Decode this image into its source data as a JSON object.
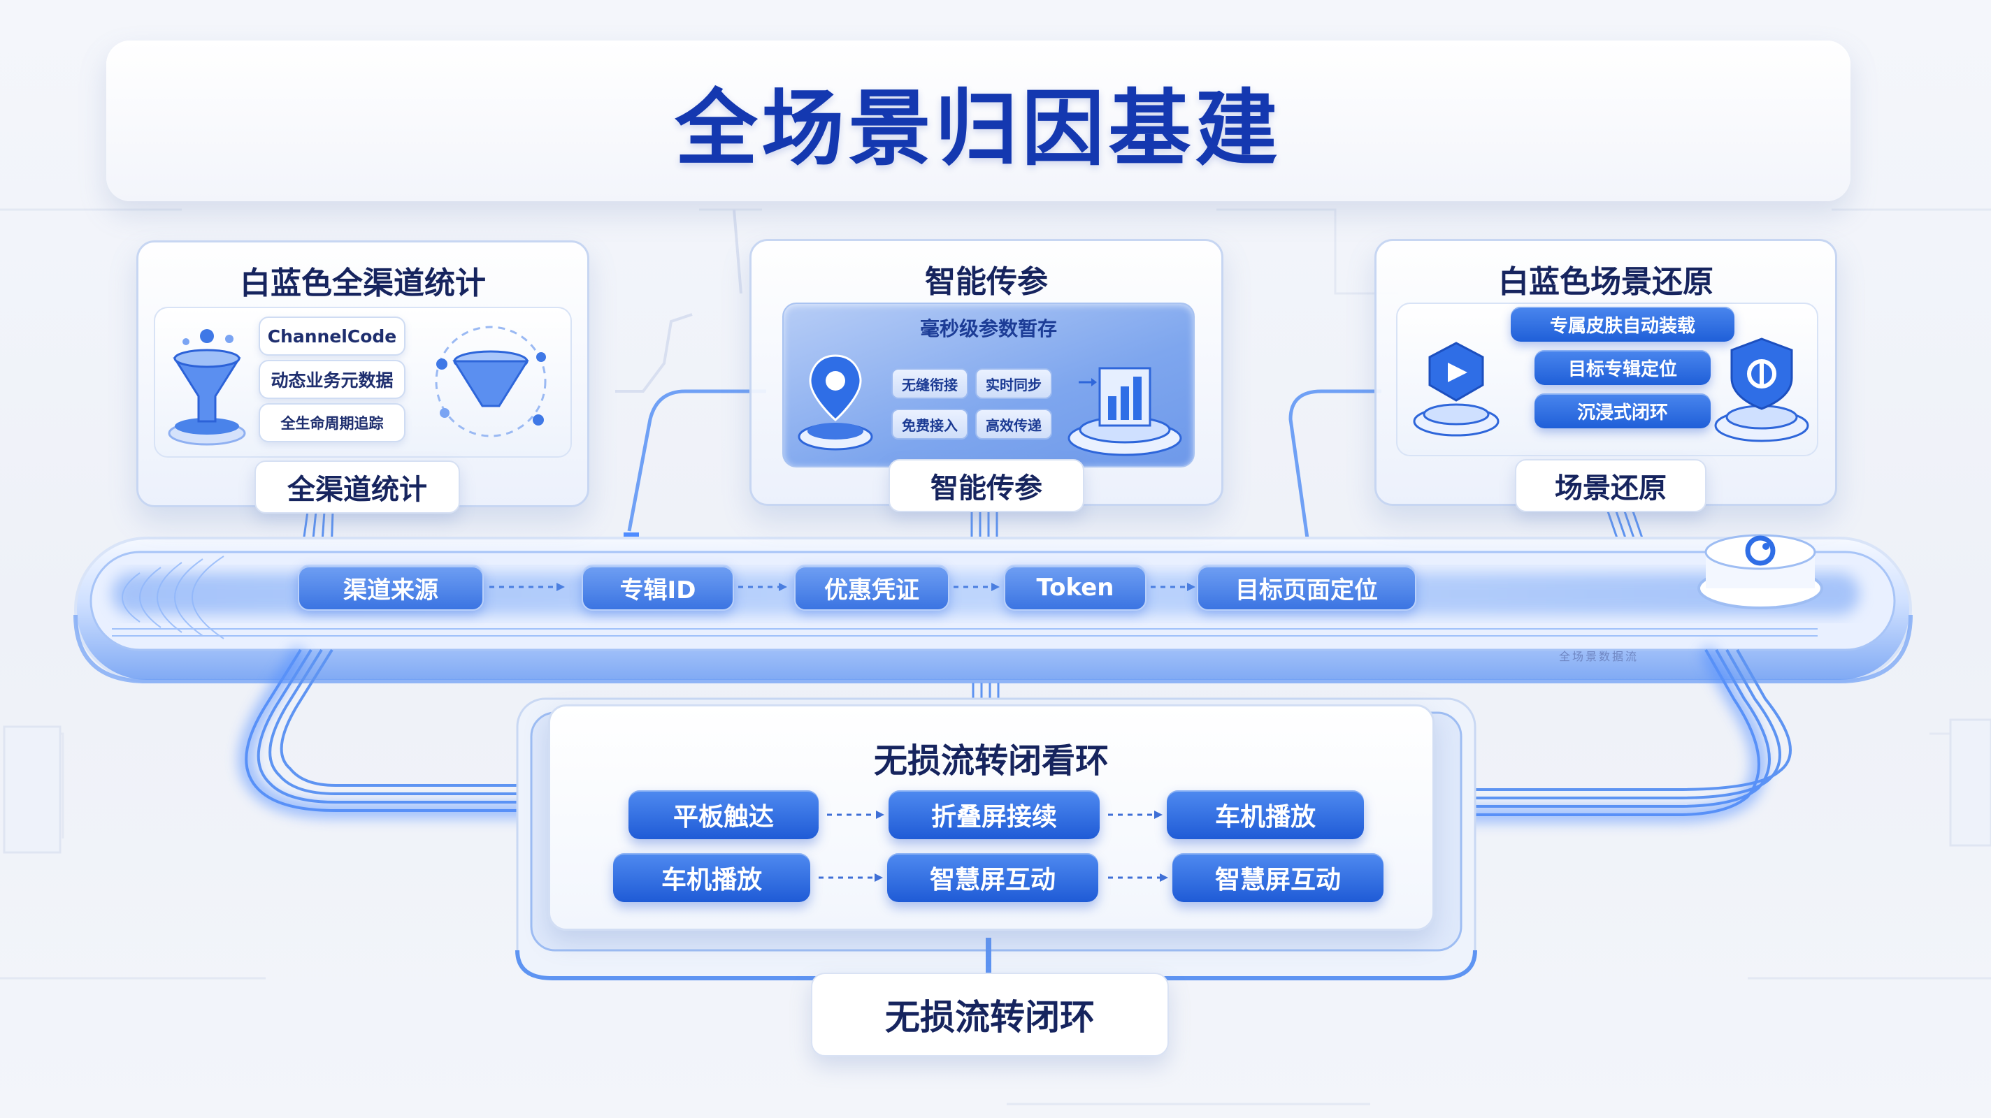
{
  "title": "全场景归因基建",
  "panels": {
    "left": {
      "title": "白蓝色全渠道统计",
      "tags": [
        "ChannelCode",
        "动态业务元数据",
        "全生命周期追踪"
      ],
      "label": "全渠道统计"
    },
    "center": {
      "title": "智能传参",
      "inner_heading": "毫秒级参数暂存",
      "chips": [
        "无缝衔接",
        "实时同步",
        "免费接入",
        "高效传递"
      ],
      "label": "智能传参"
    },
    "right": {
      "title": "白蓝色场景还原",
      "tags": [
        "专属皮肤自动装载",
        "目标专辑定位",
        "沉浸式闭环"
      ],
      "label": "场景还原"
    }
  },
  "pipeline": {
    "steps": [
      "渠道来源",
      "专辑ID",
      "优惠凭证",
      "Token",
      "目标页面定位"
    ],
    "footer": "全场景数据流"
  },
  "bottom": {
    "title": "无损流转闭看环",
    "row1": [
      "平板触达",
      "折叠屏接续",
      "车机播放"
    ],
    "row2": [
      "车机播放",
      "智慧屏互动",
      "智慧屏互动"
    ],
    "label": "无损流转闭环"
  },
  "colors": {
    "brand": "#1438b0",
    "accent": "#2f6ee6",
    "glow": "#4f8cff"
  },
  "icons": [
    "funnel-icon",
    "location-pin-icon",
    "chart-podium-icon",
    "play-shield-icon",
    "link-shield-icon",
    "logo-badge-icon"
  ]
}
